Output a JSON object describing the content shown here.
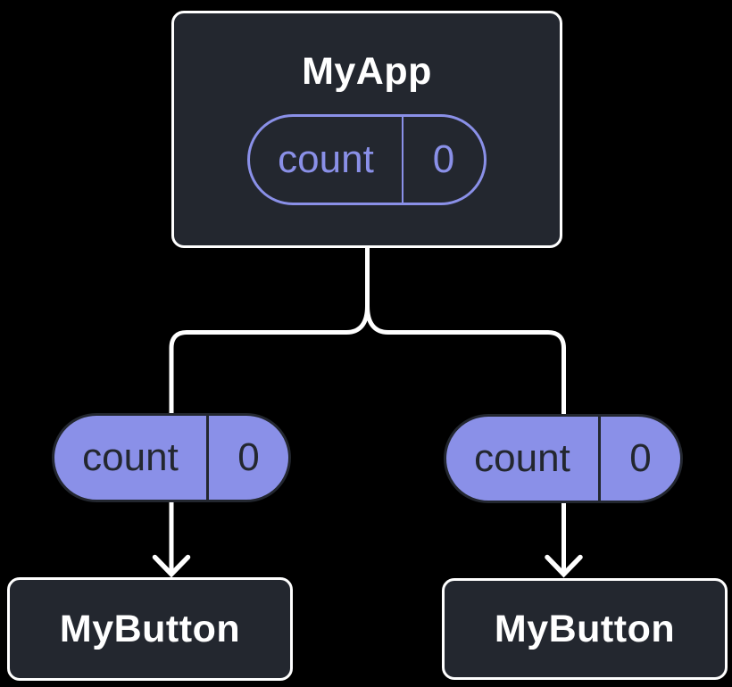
{
  "colors": {
    "background": "#000000",
    "node_fill": "#23272F",
    "node_border": "#FFFFFF",
    "node_text": "#FFFFFF",
    "accent": "#8A90E8",
    "pill_text_dark": "#23272F",
    "connector": "#FFFFFF"
  },
  "diagram": {
    "root": {
      "title": "MyApp",
      "state": {
        "name": "count",
        "value": "0"
      }
    },
    "children": [
      {
        "title": "MyButton",
        "prop": {
          "name": "count",
          "value": "0"
        }
      },
      {
        "title": "MyButton",
        "prop": {
          "name": "count",
          "value": "0"
        }
      }
    ]
  }
}
